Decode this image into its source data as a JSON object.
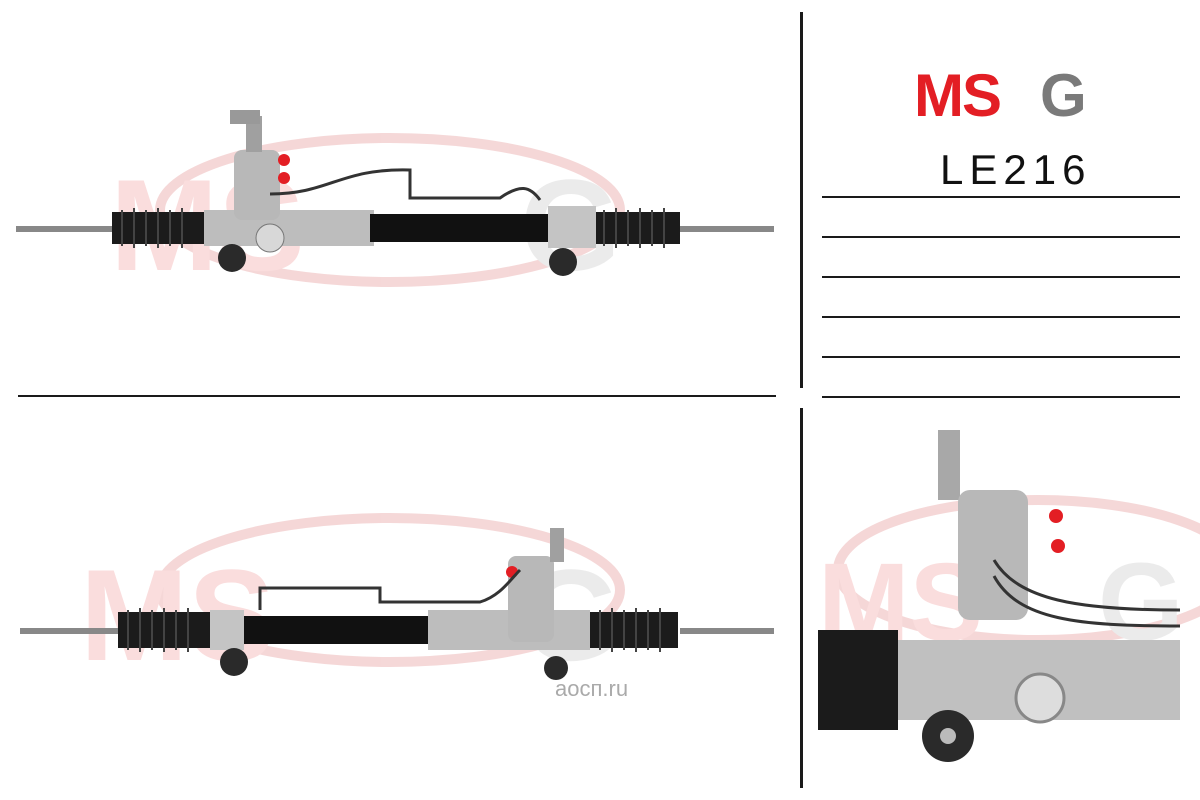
{
  "brand": {
    "logo_text": "MSG",
    "colors": {
      "red": "#e31e24",
      "gray": "#7a7a7a"
    }
  },
  "part_number": "LE216",
  "notes_lines": 6,
  "watermarks": {
    "text": "MSG",
    "site_logo": "аосп.ru"
  },
  "images": [
    {
      "name": "steering-rack-top-view"
    },
    {
      "name": "steering-rack-bottom-view"
    },
    {
      "name": "steering-rack-detail-view"
    }
  ]
}
